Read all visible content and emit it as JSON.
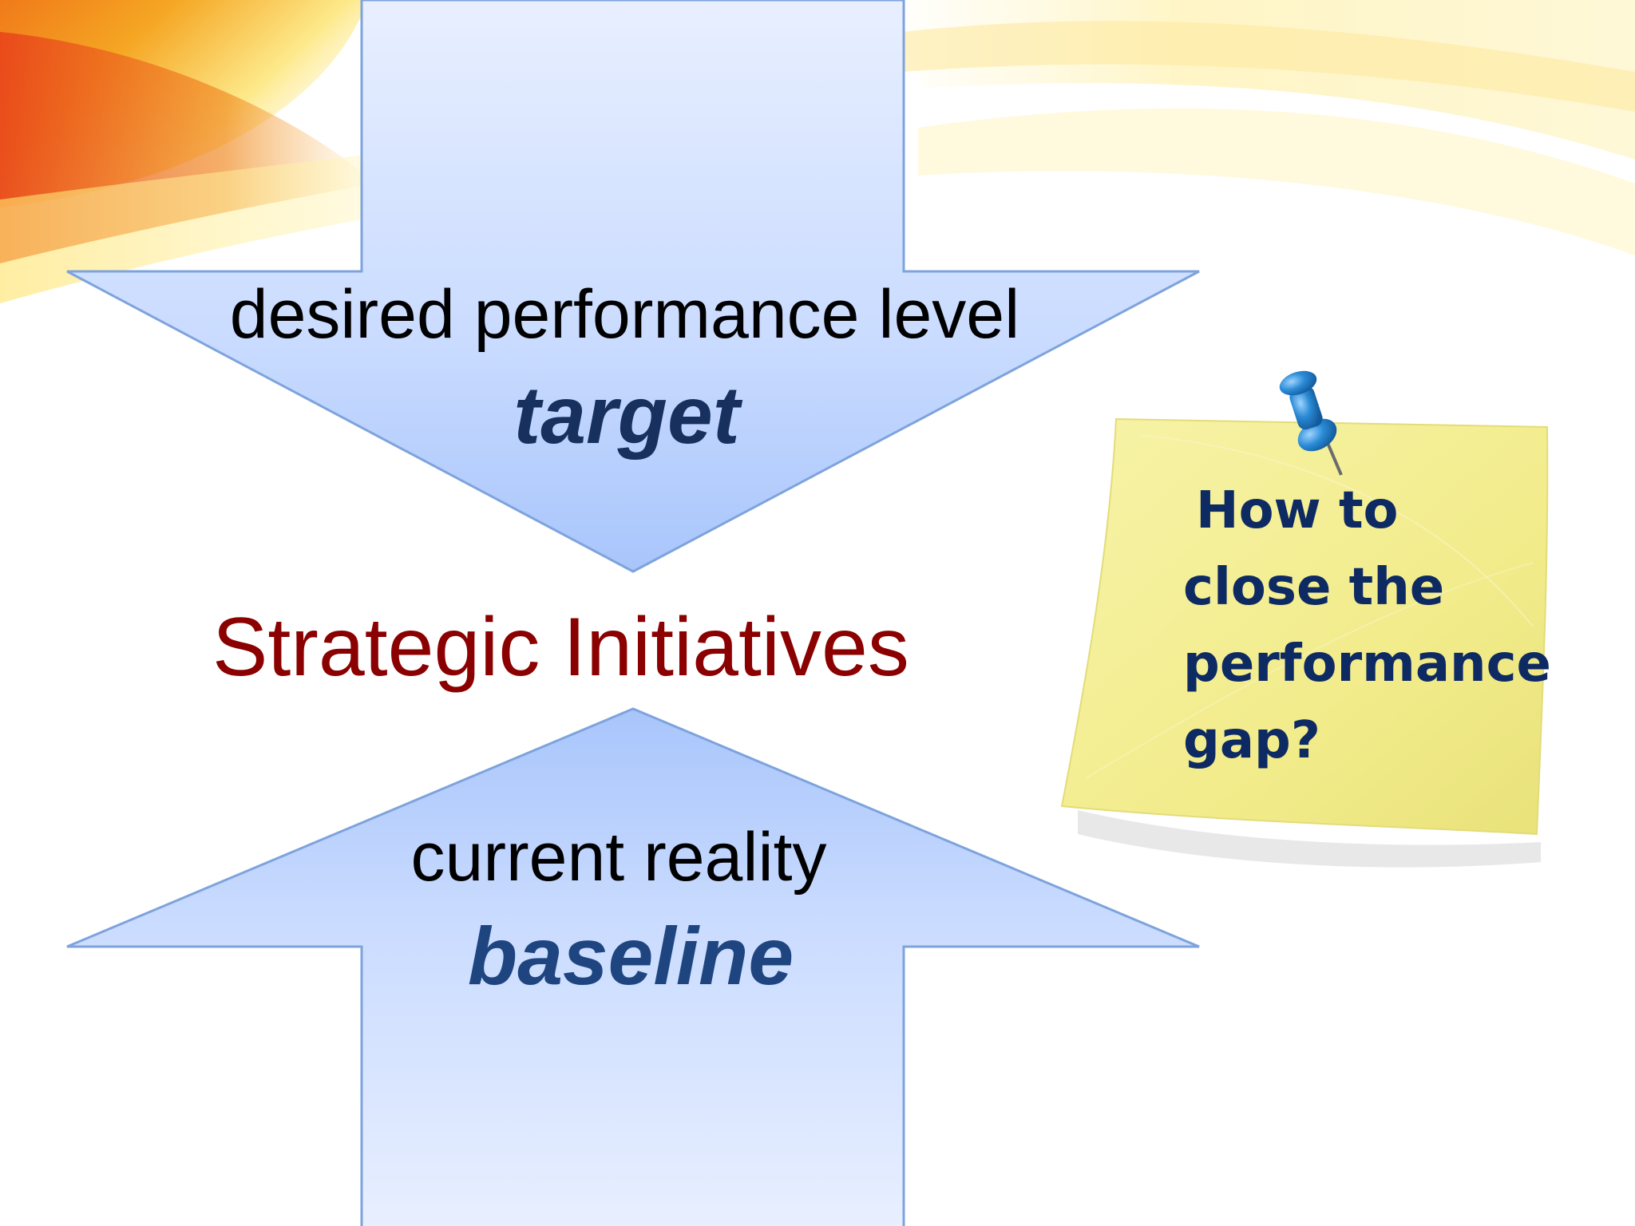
{
  "diagram": {
    "top_arrow": {
      "line1": "desired performance level",
      "line2": "target"
    },
    "center_label": "Strategic Initiatives",
    "bottom_arrow": {
      "line1": "current reality",
      "line2": "baseline"
    },
    "sticky_note": {
      "lines": [
        "How to",
        "close the",
        "performance",
        "gap?"
      ]
    }
  },
  "colors": {
    "arrow_fill_light": "#e8efff",
    "arrow_fill_mid": "#c9dbff",
    "arrow_fill_dark": "#a8c5fb",
    "arrow_stroke": "#7ea3dc",
    "target_text": "#17305e",
    "baseline_text": "#1e4580",
    "center_text": "#8b0000",
    "note_text": "#0e2a63",
    "note_fill": "#f6f19a",
    "pin": "#2b8bd6"
  },
  "icons": [
    "push-pin-icon"
  ]
}
